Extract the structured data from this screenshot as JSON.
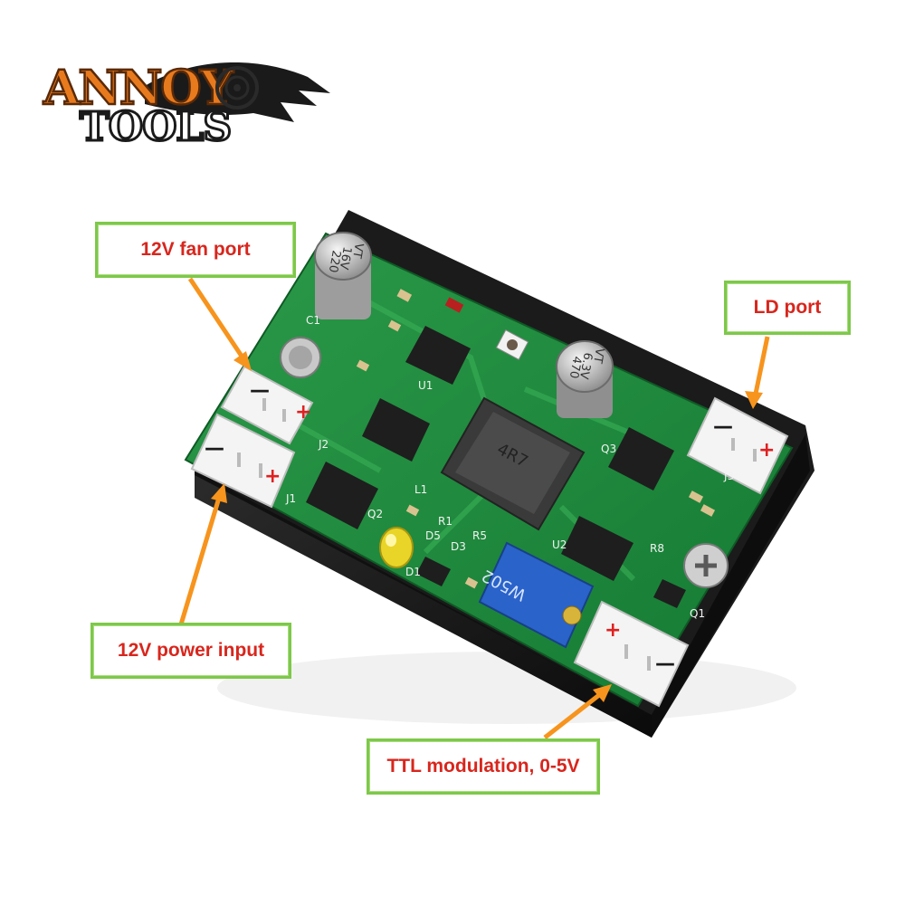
{
  "brand": {
    "line1": "ANNOY",
    "line2": "TOOLS"
  },
  "labels": {
    "fan_port": "12V fan port",
    "ld_port": "LD port",
    "power_input": "12V power input",
    "ttl": "TTL modulation, 0-5V"
  },
  "components": {
    "c1_cap": {
      "line1": "220",
      "line2": "16V",
      "line3": "VT"
    },
    "c2_cap": {
      "line1": "470",
      "line2": "6.3V",
      "line3": "VT"
    },
    "inductor": "4R7",
    "trimmer": "W502",
    "silk": {
      "c1": "C1",
      "j1": "J1",
      "j2": "J2",
      "u1": "U1",
      "l1": "L1",
      "d1": "D1",
      "d3": "D3",
      "d5": "D5",
      "r1": "R1",
      "r5": "R5",
      "q2": "Q2",
      "q3": "Q3",
      "q1": "Q1",
      "u2": "U2",
      "r8": "R8",
      "j3": "J3"
    },
    "polarity": {
      "minus": "—",
      "plus": "+"
    }
  },
  "colors": {
    "label_border": "#7ec84a",
    "label_text": "#d8261d",
    "arrow": "#f7941d",
    "pcb": "#1f8a3c",
    "heatsink": "#141414"
  }
}
